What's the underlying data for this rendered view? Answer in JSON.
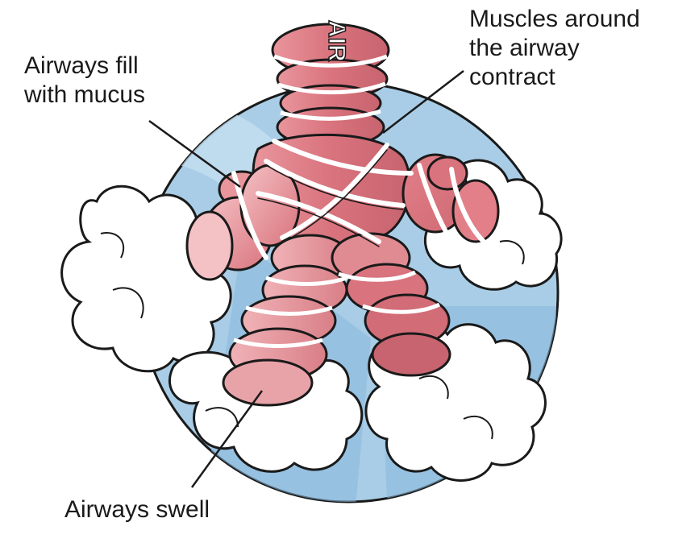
{
  "labels": {
    "mucus": [
      "Airways fill",
      "with mucus"
    ],
    "muscles": [
      "Muscles around",
      "the airway",
      "contract"
    ],
    "swell": "Airways swell",
    "air": "AIR"
  },
  "colors": {
    "airway": "#d9737d",
    "airway_light": "#f0aeb3",
    "airway_dark": "#b85862",
    "circle_fill": "#a9cde6",
    "circle_dark": "#86b8dc",
    "mucus": "#ffffff",
    "outline": "#1a1a1a"
  }
}
